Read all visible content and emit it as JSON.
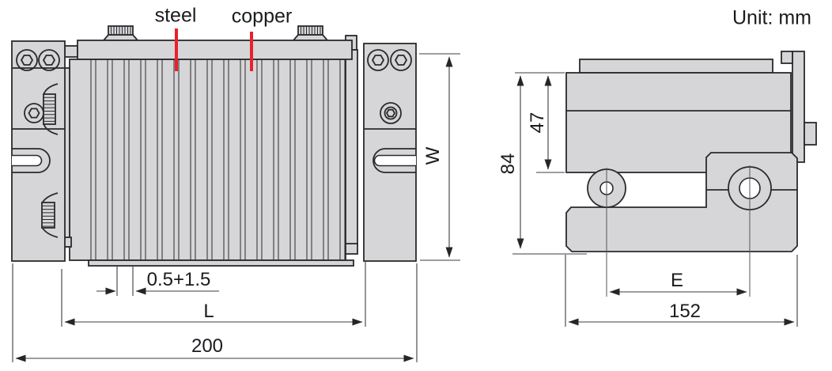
{
  "title_note": {
    "unit": "Unit: mm"
  },
  "front_view": {
    "material_labels": {
      "steel": "steel",
      "copper": "copper"
    },
    "dims": {
      "plate_thickness": "0.5+1.5",
      "jaw_length": "L",
      "overall_length": "200",
      "jaw_width": "W"
    }
  },
  "side_view": {
    "dims": {
      "overall_height": "84",
      "body_height": "47",
      "roller_distance": "E",
      "overall_depth": "152"
    }
  },
  "colors": {
    "part_fill": "#d6d6d8",
    "outline": "#2a2a2e",
    "dimension_lines": "#3c3c42",
    "leader_red": "#e8212b",
    "text": "#1b1b1f",
    "background": "#ffffff"
  }
}
